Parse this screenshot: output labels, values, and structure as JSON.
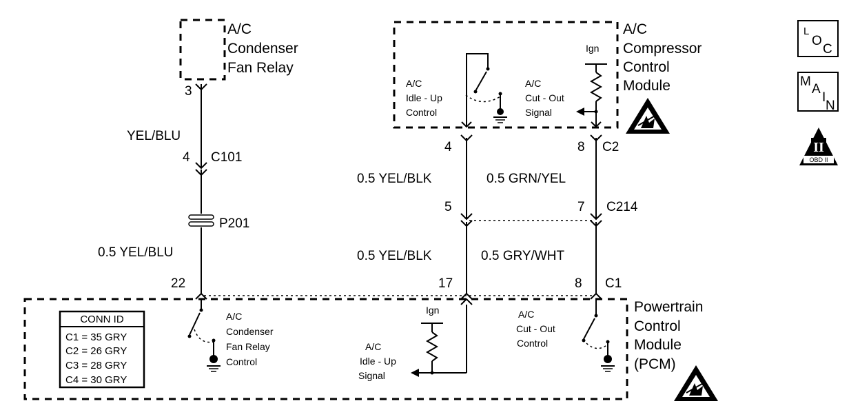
{
  "condenser_relay": {
    "name": [
      "A/C",
      "Condenser",
      "Fan Relay"
    ],
    "pin": "3"
  },
  "compressor_module": {
    "name": [
      "A/C",
      "Compressor",
      "Control",
      "Module"
    ],
    "ign": "Ign",
    "idle_up_control": [
      "A/C",
      "Idle - Up",
      "Control"
    ],
    "cut_out_signal": [
      "A/C",
      "Cut - Out",
      "Signal"
    ]
  },
  "wires": {
    "left_upper": "YEL/BLU",
    "left_lower": "0.5 YEL/BLU",
    "mid_upper": "0.5 YEL/BLK",
    "mid_lower": "0.5 YEL/BLK",
    "right_upper": "0.5 GRN/YEL",
    "right_lower": "0.5 GRY/WHT"
  },
  "connectors": {
    "c101": {
      "name": "C101",
      "pin": "4"
    },
    "p201": {
      "name": "P201"
    },
    "c2": {
      "name": "C2",
      "pin_a": "4",
      "pin_b": "8"
    },
    "c214": {
      "name": "C214",
      "pin_a": "5",
      "pin_b": "7"
    },
    "c1": {
      "name": "C1",
      "pin_a": "22",
      "pin_b": "17",
      "pin_c": "8"
    }
  },
  "pcm": {
    "name": [
      "Powertrain",
      "Control",
      "Module",
      "(PCM)"
    ],
    "ign": "Ign",
    "condenser_control": [
      "A/C",
      "Condenser",
      "Fan Relay",
      "Control"
    ],
    "idle_up_signal": [
      "A/C",
      "Idle - Up",
      "Signal"
    ],
    "cut_out_control": [
      "A/C",
      "Cut - Out",
      "Control"
    ]
  },
  "conn_id": {
    "title": "CONN ID",
    "rows": [
      "C1 = 35 GRY",
      "C2 = 26 GRY",
      "C3 = 28 GRY",
      "C4 = 30 GRY"
    ]
  },
  "badges": {
    "loc": [
      "L",
      "O",
      "C"
    ],
    "main": [
      "M",
      "A",
      "I",
      "N"
    ],
    "obd": [
      "II",
      "OBD II"
    ]
  },
  "icons": [
    "esd-warning-icon",
    "loc-icon",
    "main-icon",
    "obd-ii-icon",
    "ground-icon",
    "resistor-icon",
    "switch-icon"
  ]
}
